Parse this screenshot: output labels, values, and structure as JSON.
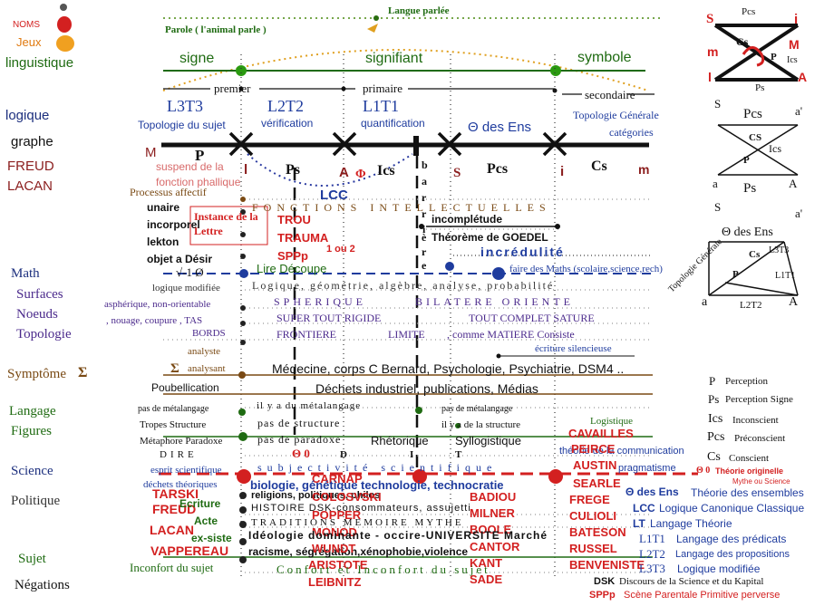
{
  "colors": {
    "green": "#1f6b12",
    "blue": "#1f3c9e",
    "red": "#d32020",
    "brown": "#7a4a14",
    "orange": "#e07a10",
    "navy": "#1c2f7e",
    "purple": "#4b2a8c",
    "maroon": "#8b1d1d",
    "dark": "#111111"
  },
  "legend_top": {
    "noms": "NOMS",
    "jeux": "Jeux",
    "linguistique": "linguistique"
  },
  "left_col": {
    "logique": "logique",
    "graphe": "graphe",
    "freud": "FREUD",
    "lacan": "LACAN",
    "math": "Math",
    "surfaces": "Surfaces",
    "noeuds": "Noeuds",
    "topologie": "Topologie",
    "symptome": "Symptôme",
    "sigma": "Σ",
    "langage": "Langage",
    "figures": "Figures",
    "science": "Science",
    "politique": "Politique",
    "sujet": "Sujet",
    "negations": "Négations"
  },
  "header": {
    "langue": "Langue parlée",
    "parole": "Parole ( l'animal parle )",
    "signe": "signe",
    "signifiant": "signifiant",
    "symbole": "symbole",
    "premier": "premier",
    "primaire": "primaire",
    "secondaire": "secondaire"
  },
  "levels": {
    "l3t3": "L3T3",
    "l2t2": "L2T2",
    "l1t1": "L1T1",
    "topo_sujet": "Topologie du sujet",
    "verification": "vérification",
    "quantification": "quantification",
    "theta_ens": "Θ des Ens",
    "topo_gen": "Topologie Générale",
    "categories": "catégories"
  },
  "axis": {
    "M": "M",
    "P": "P",
    "Ps": "Ps",
    "A": "A",
    "Phi": "Φ",
    "Ics": "Ics",
    "S": "S",
    "Pcs": "Pcs",
    "i": "i",
    "Cs": "Cs",
    "m": "m",
    "l": "l",
    "barriere": [
      "b",
      "a",
      "r",
      "r",
      "i",
      "è",
      "r",
      "e"
    ]
  },
  "mid": {
    "suspend": "suspend de la",
    "fonction": "fonction phallique",
    "processus": "Processus affectif",
    "fonctions": "FONCTIONS INTELLECTUELLES",
    "lcc": "LCC",
    "unaire": "unaire",
    "incorporel": "incorporel",
    "lekton": "lekton",
    "objet": "objet a    Désir",
    "racine": "√-1 Ø",
    "instance": "Instance de la Lettre",
    "trou": "TROU",
    "trauma": "TRAUMA",
    "sppp": "SPPp",
    "un_ou_deux": "1 ou 2",
    "incompletude": "incomplétude",
    "goedel": "Théorème de GOEDEL",
    "incredulite": "incrédulité",
    "lire": "Lire Découpe",
    "faire_maths": "faire des Maths (scolaire,science,rech)",
    "logique_modifiee": "logique modifiée",
    "logique_geo": "Logique, géométrie, algèbre, analyse, probabilité",
    "aspherique": "asphérique, non-orientable",
    "spherique": "SPHERIQUE",
    "bilatere": "BILATERE ORIENTE",
    "nouage": ", nouage, coupure , TAS",
    "super_rigide": "SUPER TOUT RIGIDE",
    "tout_complet": "TOUT COMPLET SATURE",
    "bords": "BORDS",
    "frontiere": "FRONTIERE",
    "limite": "LIMITE",
    "comme_matiere": ", comme MATIERE Consiste",
    "ecriture": "écriture silencieuse",
    "analyste": "analyste",
    "analysant": "analysant",
    "sigma2": "Σ",
    "medecine": "Médecine, corps C Bernard, Psychologie, Psychiatrie, DSM4 ..",
    "poubellication": "Poubellication",
    "dechets": "Déchets  industriel, publications, Médias",
    "pas_meta1": "pas de métalangage",
    "il_y_a_meta": "il y a du métalangage",
    "pas_meta2": "pas de métalangage",
    "logistique": "Logistique",
    "tropes": "Tropes Structure",
    "pas_structure": "pas de structure",
    "il_y_a_structure": "il y a de la structure",
    "cavailles": "CAVAILLES",
    "metaphore": "Métaphore Paradoxe",
    "pas_paradoxe": "pas de paradoxe",
    "rhetorique": "Rhétorique",
    "syllogistique": "Syllogistique",
    "theorie_comm": "théorie de la communication",
    "peirce": "PEIRCE",
    "dire": "DIRE",
    "theta0": "Θ 0",
    "D": "D",
    "I": "I",
    "T": "T",
    "austin": "AUSTIN",
    "pragmatisme": "pragmatisme",
    "esprit": "esprit scientifique",
    "subjectivite": "subjectivité scientifique",
    "dechets_theo": "déchets théoriques",
    "tarski": "TARSKI",
    "carnap": "CARNAP",
    "biologie": "biologie, génétique technologie, technocratie",
    "searle": "SEARLE",
    "freud2": "FREUD",
    "religions": "religions, politiques, philos",
    "colosvski": "COLOSVSKI",
    "badiou": "BADIOU",
    "frege": "FREGE",
    "ecriture2": "Ecriture",
    "lacan2": "LACAN",
    "histoire": "HISTOIRE DSK-consommateurs, assujetti",
    "popper": "POPPER",
    "milner": "MILNER",
    "boole": "BOOLE",
    "culioli": "CULIOLI",
    "acte": "Acte",
    "traditions": "TRADITIONS MEMOIRE MYTHE",
    "monod": "MONOD",
    "bateson": "BATESON",
    "ex_siste": "ex-siste",
    "ideologie": "Idéologie dominante - occire-UNIVERSITE Marché",
    "cantor": "CANTOR",
    "russel": "RUSSEL",
    "vappereau": "VAPPEREAU",
    "racisme": "racisme, ségrégation,xénophobie,violence",
    "wundt": "WUNDT",
    "kant": "KANT",
    "benveniste": "BENVENISTE",
    "inconfort": "Inconfort du sujet",
    "aristote": "ARISTOTE",
    "confort": "Confort et Inconfort du sujet",
    "leibnitz": "LEIBNITZ",
    "sade": "SADE"
  },
  "right_top": {
    "S": "S",
    "i": "i",
    "m": "m",
    "M": "M",
    "l": "l",
    "A": "A",
    "Pcs": "Pcs",
    "Ps": "Ps",
    "Cs": "Cs",
    "Ics": "Ics",
    "P": "P",
    "S2": "S",
    "a2": "a'",
    "Pcs2": "Pcs",
    "Cs2": "CS",
    "Ics2": "Ics",
    "P2": "P",
    "a": "a",
    "Ps2": "Ps",
    "A2": "A",
    "S3": "S",
    "a3": "a'",
    "theta": "Θ des Ens",
    "cs3": "Cs",
    "l3t3": "L3T3",
    "l1t1": "L1T1",
    "p3": "P",
    "topo_gen": "Topologie Générale",
    "a4": "a",
    "l2t2": "L2T2",
    "A3": "A"
  },
  "right_legend": [
    {
      "sym": "P",
      "txt": "Perception"
    },
    {
      "sym": "Ps",
      "txt": "Perception Signe"
    },
    {
      "sym": "Ics",
      "txt": "Inconscient"
    },
    {
      "sym": "Pcs",
      "txt": "Préconscient"
    },
    {
      "sym": "Cs",
      "txt": "Conscient"
    }
  ],
  "right_legend2": {
    "theta0": "Θ 0",
    "theo_orig": "Théorie originelle",
    "mythe": "Mythe ou Science",
    "theta_ens": "Θ des Ens",
    "theta_ens_txt": "Théorie des ensembles",
    "lcc": "LCC",
    "lcc_txt": "Logique Canonique Classique",
    "lt": "LT",
    "lt_txt": "Langage Théorie",
    "l1t1": "L1T1",
    "l1t1_txt": "Langage des prédicats",
    "l2t2": "L2T2",
    "l2t2_txt": "Langage des propositions",
    "l3t3": "L3T3",
    "l3t3_txt": "Logique modifiée",
    "dsk": "DSK",
    "dsk_txt": "Discours de la Science et du  Kapital",
    "sppp": "SPPp",
    "sppp_txt": "Scène Parentale Primitive perverse"
  }
}
